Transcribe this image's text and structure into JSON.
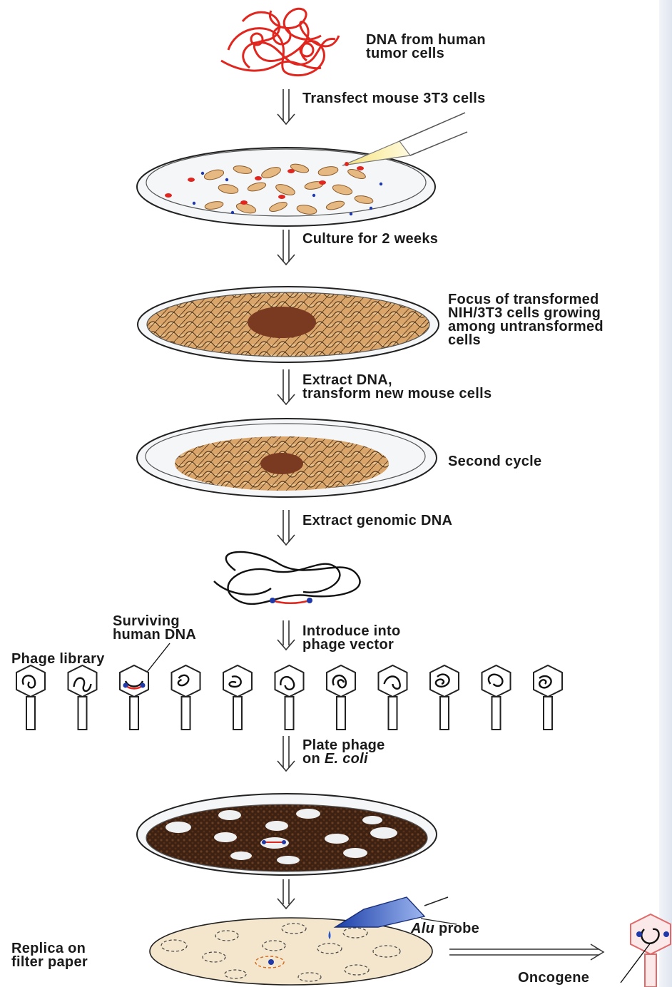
{
  "labels": {
    "dna_source": [
      "DNA from human",
      "tumor cells"
    ],
    "step_transfect": "Transfect mouse 3T3 cells",
    "step_culture": "Culture for 2 weeks",
    "focus": [
      "Focus of transformed",
      "NIH/3T3 cells growing",
      "among untransformed",
      "cells"
    ],
    "step_extract_transform": [
      "Extract DNA,",
      "transform new mouse cells"
    ],
    "second_cycle": "Second cycle",
    "step_extract_genomic": "Extract genomic DNA",
    "surviving": [
      "Surviving",
      "human DNA"
    ],
    "phage_library": "Phage library",
    "step_introduce": [
      "Introduce into",
      "phage vector"
    ],
    "step_plate_line1": "Plate phage",
    "step_plate_on": "on ",
    "step_plate_organism": "E. coli",
    "probe_name": "Alu",
    "probe_word": " probe",
    "replica": [
      "Replica on",
      "filter paper"
    ],
    "oncogene": "Oncogene"
  },
  "colors": {
    "human_dna": "#e0261e",
    "mouse_dna": "#111111",
    "cell_fill": "#e9bf87",
    "focus": "#7a3a22",
    "lawn": "#3d2214",
    "probe": "#2a57c9",
    "filter": "#f3e6cc"
  },
  "phage_count": 11
}
